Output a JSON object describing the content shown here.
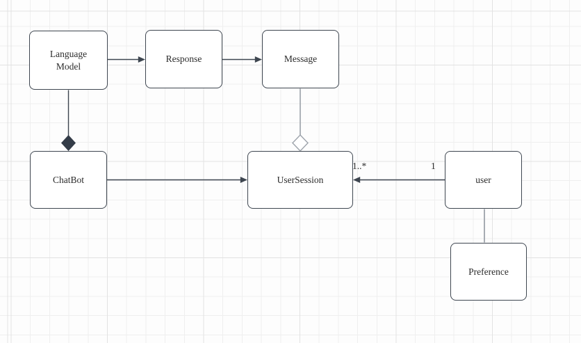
{
  "canvas": {
    "background": "#fdfdfd",
    "grid_minor_color": "#efefef",
    "grid_major_color": "#e2e2e2"
  },
  "diagram": {
    "type": "uml-class-diagram",
    "stroke_color": "#3e4650",
    "light_stroke_color": "#9da3ab",
    "node_fill": "#ffffff",
    "nodes": [
      {
        "id": "language-model",
        "label": "Language Model"
      },
      {
        "id": "response",
        "label": "Response"
      },
      {
        "id": "message",
        "label": "Message"
      },
      {
        "id": "chatbot",
        "label": "ChatBot"
      },
      {
        "id": "user-session",
        "label": "UserSession"
      },
      {
        "id": "user",
        "label": "user"
      },
      {
        "id": "preference",
        "label": "Preference"
      }
    ],
    "edges": [
      {
        "from": "Language Model",
        "to": "Response",
        "type": "association-arrow"
      },
      {
        "from": "Response",
        "to": "Message",
        "type": "association-arrow"
      },
      {
        "from": "ChatBot",
        "to": "UserSession",
        "type": "association-arrow"
      },
      {
        "from": "user",
        "to": "UserSession",
        "type": "association-arrow",
        "source_multiplicity": "1",
        "target_multiplicity": "1..*"
      },
      {
        "from": "ChatBot",
        "to": "Language Model",
        "type": "composition"
      },
      {
        "from": "UserSession",
        "to": "Message",
        "type": "aggregation"
      },
      {
        "from": "user",
        "to": "Preference",
        "type": "association"
      }
    ]
  }
}
